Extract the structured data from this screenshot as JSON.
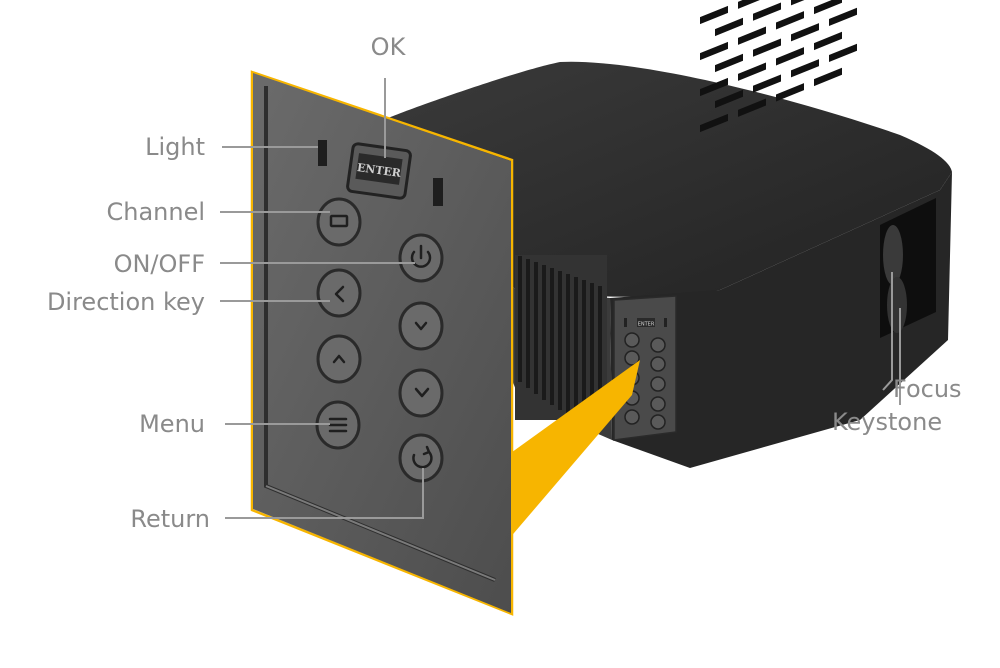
{
  "callouts": {
    "ok": "OK",
    "light": "Light",
    "channel": "Channel",
    "on_off": "ON/OFF",
    "direction_key": "Direction key",
    "menu": "Menu",
    "return": "Return",
    "focus": "Focus",
    "keystone": "Keystone"
  },
  "panel": {
    "enter_key_label": "ENTER",
    "small_enter_label": "ENTER"
  },
  "colors": {
    "highlight": "#f7b500",
    "panel": "#5e5e5e",
    "projector_body": "#2c2c2c",
    "label_text": "#8a8a8a"
  }
}
